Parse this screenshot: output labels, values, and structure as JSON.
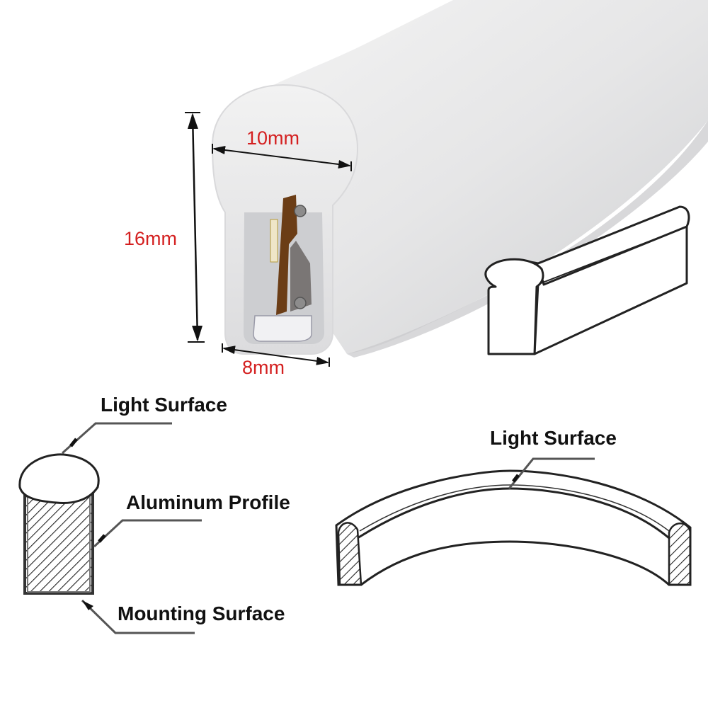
{
  "photo": {
    "dimensions": {
      "width": "10mm",
      "height": "16mm",
      "base": "8mm"
    },
    "dimension_color": "#d42020"
  },
  "profile_diagram": {
    "labels": {
      "light_surface": "Light Surface",
      "aluminum_profile": "Aluminum Profile",
      "mounting_surface": "Mounting Surface"
    }
  },
  "bend_diagram": {
    "labels": {
      "light_surface": "Light Surface"
    }
  }
}
